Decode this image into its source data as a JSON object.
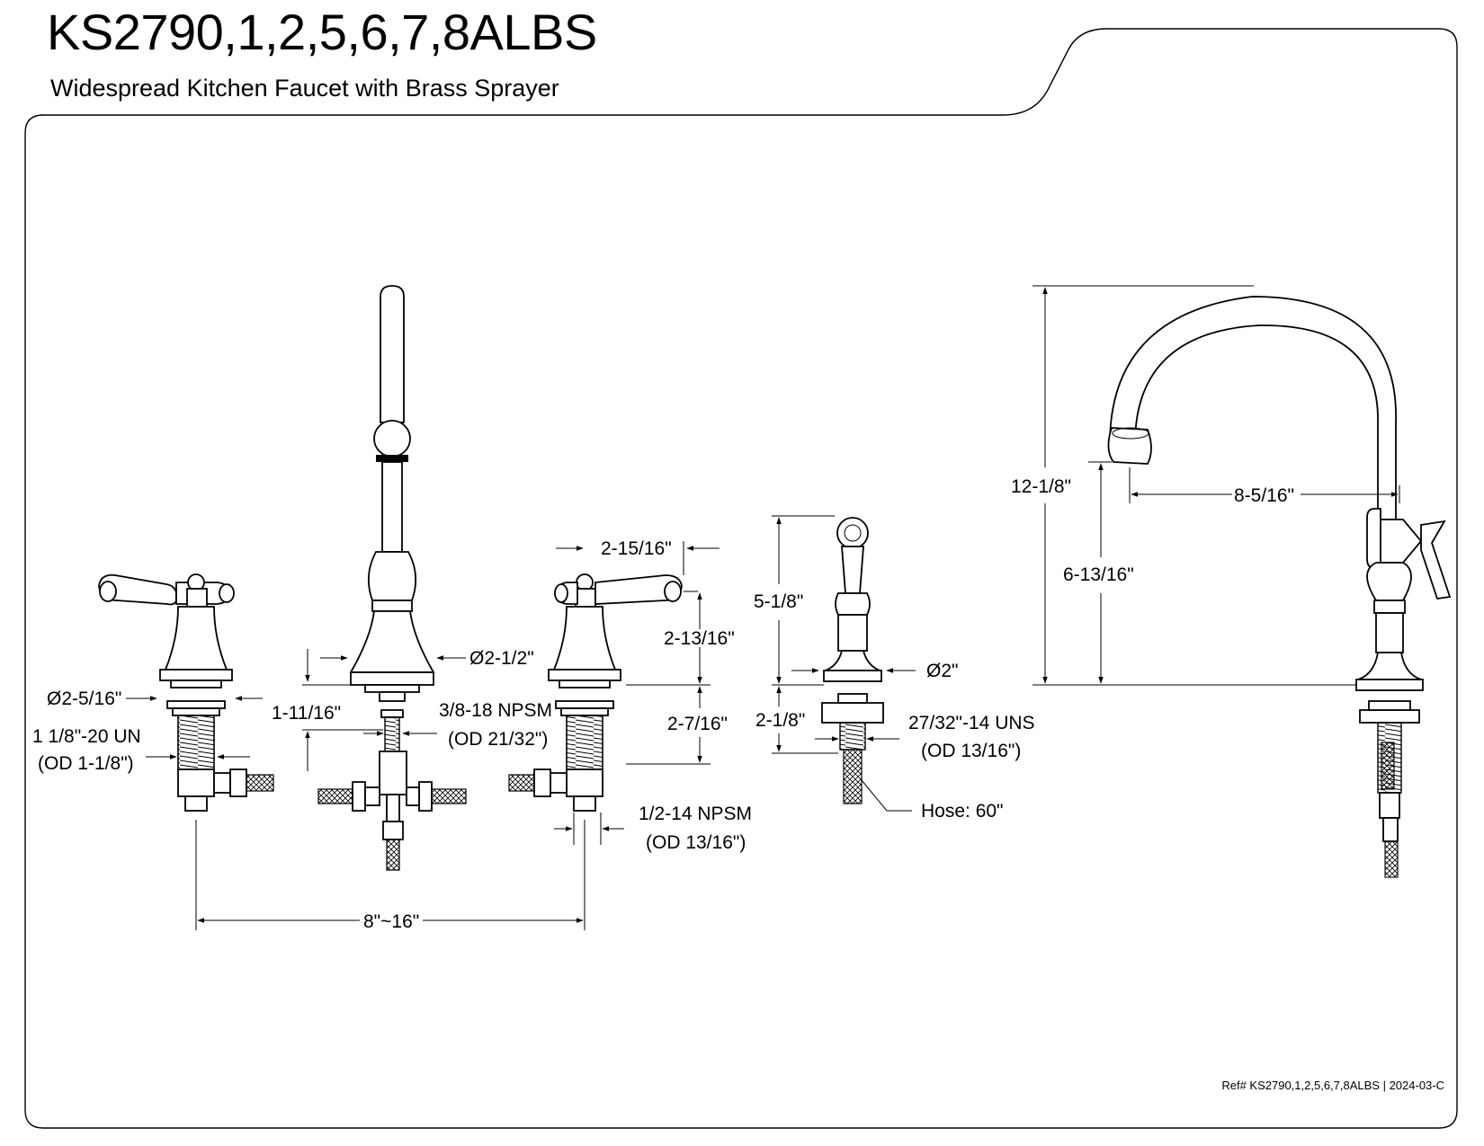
{
  "header": {
    "model": "KS2790,1,2,5,6,7,8ALBS",
    "description": "Widespread Kitchen Faucet with Brass Sprayer"
  },
  "footer": {
    "reference": "Ref# KS2790,1,2,5,6,7,8ALBS | 2024-03-C"
  },
  "dimensions": {
    "handle_escutcheon_diameter": "Ø2-5/16\"",
    "handle_thread": "1 1/8\"-20 UN",
    "handle_thread_od": "(OD 1-1/8\")",
    "spout_height_below_deck": "1-11/16\"",
    "spout_base_diameter": "Ø2-1/2\"",
    "spout_thread": "3/8-18 NPSM",
    "spout_thread_od": "(OD 21/32\")",
    "handle_width": "2-15/16\"",
    "handle_height": "2-13/16\"",
    "handle_shank_length": "2-7/16\"",
    "supply_thread": "1/2-14 NPSM",
    "supply_thread_od": "(OD 13/16\")",
    "spread": "8\"~16\"",
    "sprayer_height": "5-1/8\"",
    "sprayer_base_diameter": "Ø2\"",
    "sprayer_shank_length": "2-1/8\"",
    "sprayer_thread": "27/32\"-14 UNS",
    "sprayer_thread_od": "(OD 13/16\")",
    "hose_length": "Hose: 60\"",
    "spout_total_height": "12-1/8\"",
    "spout_outlet_height": "6-13/16\"",
    "spout_reach": "8-5/16\""
  }
}
